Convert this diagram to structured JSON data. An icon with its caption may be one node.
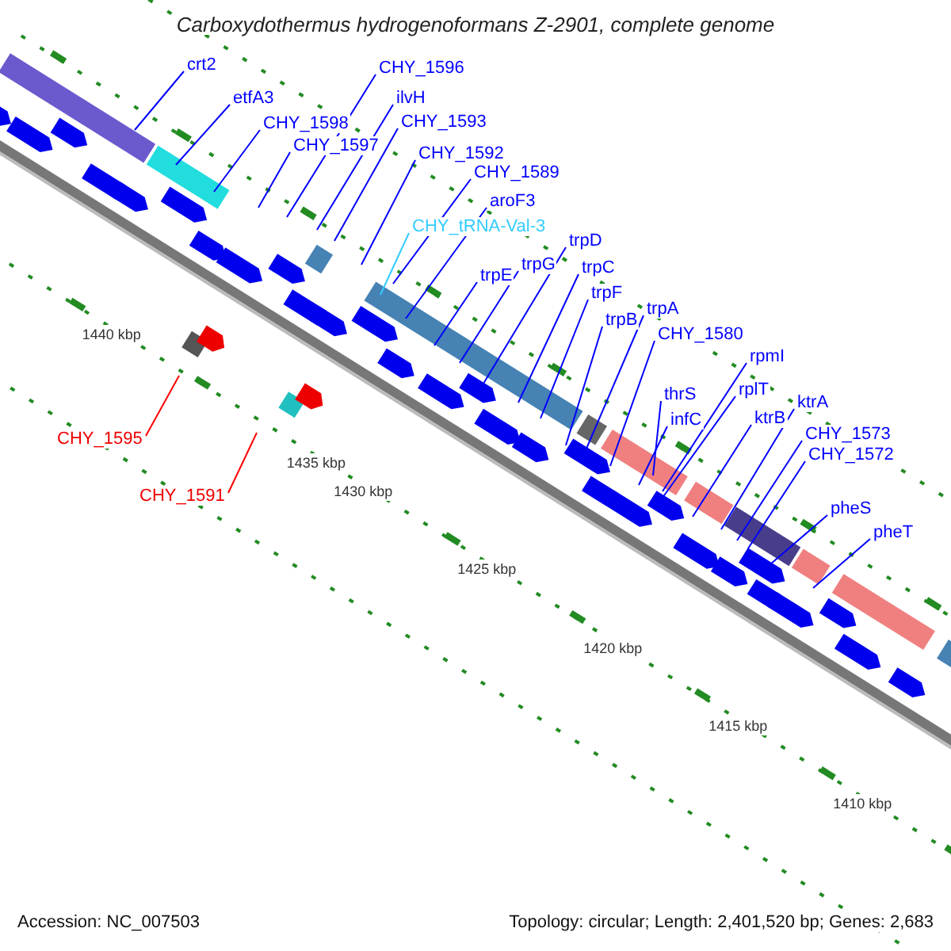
{
  "diagram": {
    "title": "Carboxydothermus hydrogenoformans Z-2901, complete genome",
    "nodes": [
      {
        "text": [
          "crt2"
        ]
      },
      {
        "text": [
          "CHY_1596"
        ]
      },
      {
        "text": [
          "etfA3"
        ]
      },
      {
        "text": [
          "ilvH"
        ]
      },
      {
        "text": [
          "CHY_1598"
        ]
      },
      {
        "text": [
          "CHY_1593"
        ]
      },
      {
        "text": [
          "CHY_1597"
        ]
      },
      {
        "text": [
          "CHY_1592"
        ]
      },
      {
        "text": [
          "CHY_1589"
        ]
      },
      {
        "text": [
          "aroF3"
        ]
      },
      {
        "text": [
          "CHY_tRNA-Val-3"
        ]
      },
      {
        "text": [
          "trpD"
        ]
      },
      {
        "text": [
          "trpG"
        ]
      },
      {
        "text": [
          "trpE"
        ]
      },
      {
        "text": [
          "trpC"
        ]
      },
      {
        "text": [
          "trpF"
        ]
      },
      {
        "text": [
          "trpB"
        ]
      },
      {
        "text": [
          "trpA"
        ]
      },
      {
        "text": [
          "CHY_1580"
        ]
      },
      {
        "text": [
          "rpmI"
        ]
      },
      {
        "text": [
          "rplT"
        ]
      },
      {
        "text": [
          "thrS"
        ]
      },
      {
        "text": [
          "ktrA"
        ]
      },
      {
        "text": [
          "infC"
        ]
      },
      {
        "text": [
          "ktrB"
        ]
      },
      {
        "text": [
          "CHY_1573"
        ]
      },
      {
        "text": [
          "CHY_1572"
        ]
      },
      {
        "text": [
          "CHY_1595"
        ]
      },
      {
        "text": [
          "pheS"
        ]
      },
      {
        "text": [
          "CHY_1591"
        ]
      },
      {
        "text": [
          "pheT"
        ]
      }
    ],
    "edges": [
      {
        "from": 0,
        "to": null,
        "arrow": "none"
      },
      {
        "from": 1,
        "to": null,
        "arrow": "none"
      },
      {
        "from": 2,
        "to": null,
        "arrow": "none"
      },
      {
        "from": 3,
        "to": null,
        "arrow": "none"
      },
      {
        "from": 4,
        "to": null,
        "arrow": "none"
      },
      {
        "from": 5,
        "to": null,
        "arrow": "none"
      },
      {
        "from": 6,
        "to": null,
        "arrow": "none"
      },
      {
        "from": 7,
        "to": null,
        "arrow": "none"
      },
      {
        "from": 8,
        "to": null,
        "arrow": "none"
      },
      {
        "from": 9,
        "to": null,
        "arrow": "none"
      },
      {
        "from": 10,
        "to": null,
        "arrow": "none",
        "color": "#33ccff"
      },
      {
        "from": 11,
        "to": null,
        "arrow": "none"
      },
      {
        "from": 12,
        "to": null,
        "arrow": "none"
      },
      {
        "from": 13,
        "to": null,
        "arrow": "none"
      },
      {
        "from": 14,
        "to": null,
        "arrow": "none"
      },
      {
        "from": 15,
        "to": null,
        "arrow": "none"
      },
      {
        "from": 16,
        "to": null,
        "arrow": "none"
      },
      {
        "from": 17,
        "to": null,
        "arrow": "none"
      },
      {
        "from": 18,
        "to": null,
        "arrow": "none"
      },
      {
        "from": 19,
        "to": null,
        "arrow": "none"
      },
      {
        "from": 20,
        "to": null,
        "arrow": "none"
      },
      {
        "from": 21,
        "to": null,
        "arrow": "none"
      },
      {
        "from": 22,
        "to": null,
        "arrow": "none"
      },
      {
        "from": 23,
        "to": null,
        "arrow": "none"
      },
      {
        "from": 24,
        "to": null,
        "arrow": "none"
      },
      {
        "from": 25,
        "to": null,
        "arrow": "none"
      },
      {
        "from": 26,
        "to": null,
        "arrow": "none"
      },
      {
        "from": 27,
        "to": null,
        "arrow": "none",
        "color": "#ff0000"
      },
      {
        "from": 28,
        "to": null,
        "arrow": "none"
      },
      {
        "from": 29,
        "to": null,
        "arrow": "none",
        "color": "#ff0000"
      },
      {
        "from": 30,
        "to": null,
        "arrow": "none"
      }
    ],
    "labels": [
      "1440 kbp",
      "1435 kbp",
      "1430 kbp",
      "1425 kbp",
      "1420 kbp",
      "1415 kbp",
      "1410 kbp",
      "Accession: NC_007503",
      "Topology: circular; Length: 2,401,520 bp; Genes: 2,683"
    ]
  }
}
